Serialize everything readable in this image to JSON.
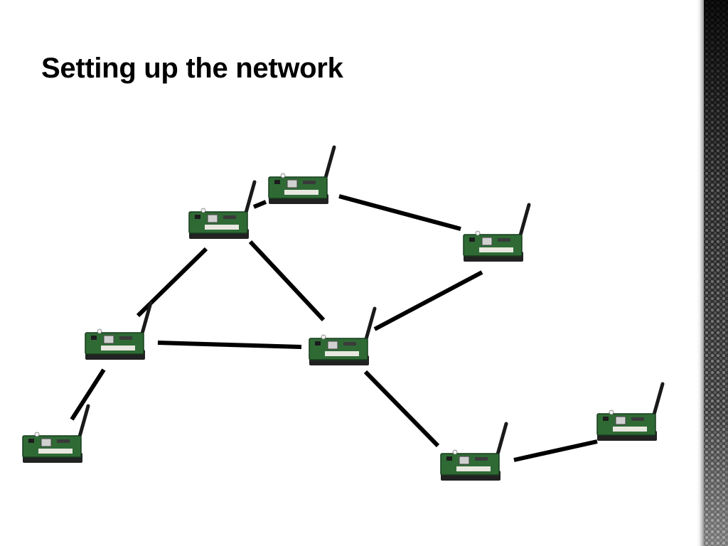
{
  "slide": {
    "title": "Setting up the network"
  },
  "network": {
    "nodes": [
      {
        "id": "n1"
      },
      {
        "id": "n2"
      },
      {
        "id": "n3"
      },
      {
        "id": "n4"
      },
      {
        "id": "n5"
      },
      {
        "id": "n6"
      },
      {
        "id": "n7"
      },
      {
        "id": "n8"
      }
    ],
    "links": [
      [
        "n1",
        "n2"
      ],
      [
        "n2",
        "n3"
      ],
      [
        "n1",
        "n4"
      ],
      [
        "n1",
        "n5"
      ],
      [
        "n3",
        "n5"
      ],
      [
        "n4",
        "n5"
      ],
      [
        "n4",
        "n6"
      ],
      [
        "n5",
        "n7"
      ],
      [
        "n7",
        "n8"
      ]
    ]
  },
  "colors": {
    "link": "#000000",
    "board": "#2f6a35",
    "board_dark": "#173d1d",
    "antenna": "#1a1a1a"
  }
}
